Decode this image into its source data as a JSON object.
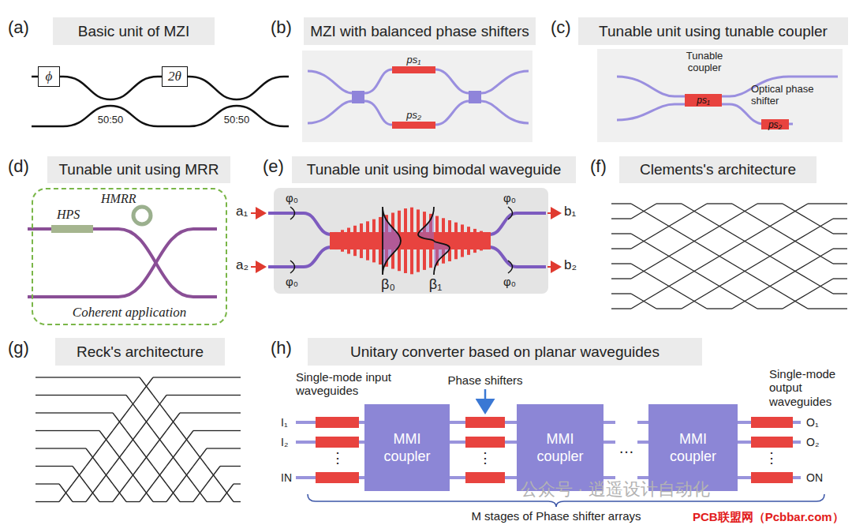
{
  "diagram": {
    "nodes": [
      {
        "text": [
          "Basic unit of MZI"
        ]
      },
      {
        "text": [
          "ϕ"
        ]
      },
      {
        "text": [
          "2θ"
        ]
      },
      {
        "text": [
          "MZI with balanced phase shifters"
        ]
      },
      {
        "text": [
          "ps₁"
        ]
      },
      {
        "text": [
          "ps₂"
        ]
      },
      {
        "text": [
          "Tunable unit using tunable coupler"
        ]
      },
      {
        "text": [
          "ps₁"
        ]
      },
      {
        "text": [
          "ps₂"
        ]
      },
      {
        "text": [
          "Tunable unit using MRR"
        ]
      },
      {
        "text": [
          "Coherent application"
        ]
      },
      {
        "text": [
          "Tunable unit using bimodal waveguide"
        ]
      },
      {
        "text": [
          "Clements's architecture"
        ]
      },
      {
        "text": [
          "Reck's architecture"
        ]
      },
      {
        "text": [
          "Unitary converter based on planar waveguides"
        ]
      },
      {
        "text": [
          "MMI coupler"
        ]
      },
      {
        "text": [
          "MMI coupler"
        ]
      },
      {
        "text": [
          "MMI coupler"
        ]
      }
    ],
    "labels": [
      "(a)",
      "50:50",
      "50:50",
      "(b)",
      "(c)",
      "Tunable coupler",
      "Optical phase shifter",
      "(d)",
      "HPS",
      "HMRR",
      "(e)",
      "a₁",
      "a₂",
      "φ₀",
      "φ₀",
      "φ₀",
      "φ₀",
      "β₀",
      "β₁",
      "b₁",
      "b₂",
      "(f)",
      "(g)",
      "(h)",
      "Single-mode input waveguides",
      "Phase shifters",
      "Single-mode output waveguides",
      "I₁",
      "I₂",
      "⋮",
      "IN",
      "⋮",
      "…",
      "O₁",
      "O₂",
      "⋮",
      "ON",
      "M stages of Phase shifter arrays",
      "公众号 · 逍遥设计自动化",
      "PCB联盟网（Pcbbar.com）"
    ]
  }
}
